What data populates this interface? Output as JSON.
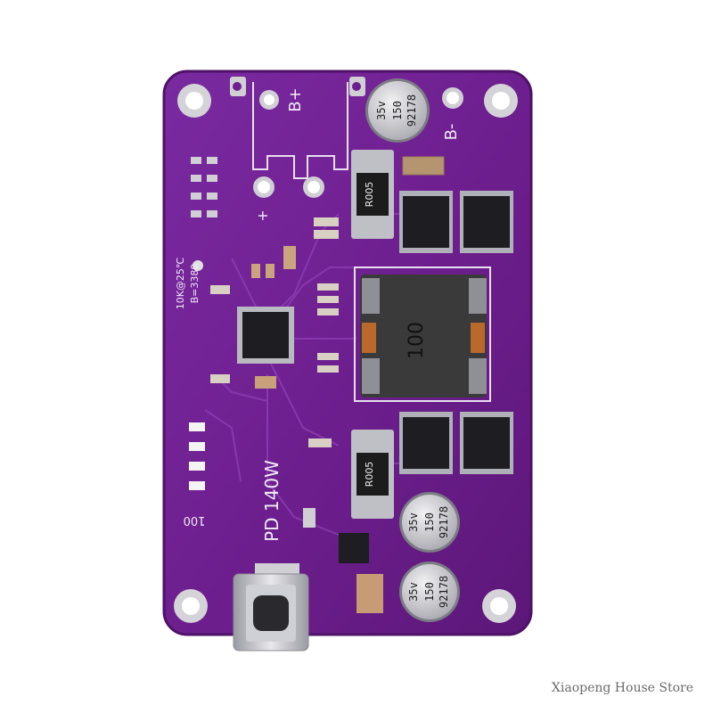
{
  "board": {
    "colors": {
      "pcb": "#6e1f8f",
      "pcb_edge": "#4e1268",
      "silk": "#f1ecf6",
      "pad": "#cfcfd4",
      "ic": "#1d1d22",
      "cap_top": "#dcdce0"
    },
    "labels": {
      "b_plus": "B+",
      "b_minus": "B-",
      "plus": "+",
      "thermistor_1": "10K@25℃",
      "thermistor_2": "B=3380",
      "led_label": "100",
      "pd_label": "PD 140W",
      "resistor_top": "R005",
      "resistor_bottom": "R005",
      "inductor": "100"
    },
    "capacitors": [
      {
        "l1": "35v",
        "l2": "150",
        "l3": "92178"
      },
      {
        "l1": "35v",
        "l2": "150",
        "l3": "92178"
      },
      {
        "l1": "35v",
        "l2": "150",
        "l3": "92178"
      }
    ]
  },
  "watermark": "Xiaopeng House Store"
}
